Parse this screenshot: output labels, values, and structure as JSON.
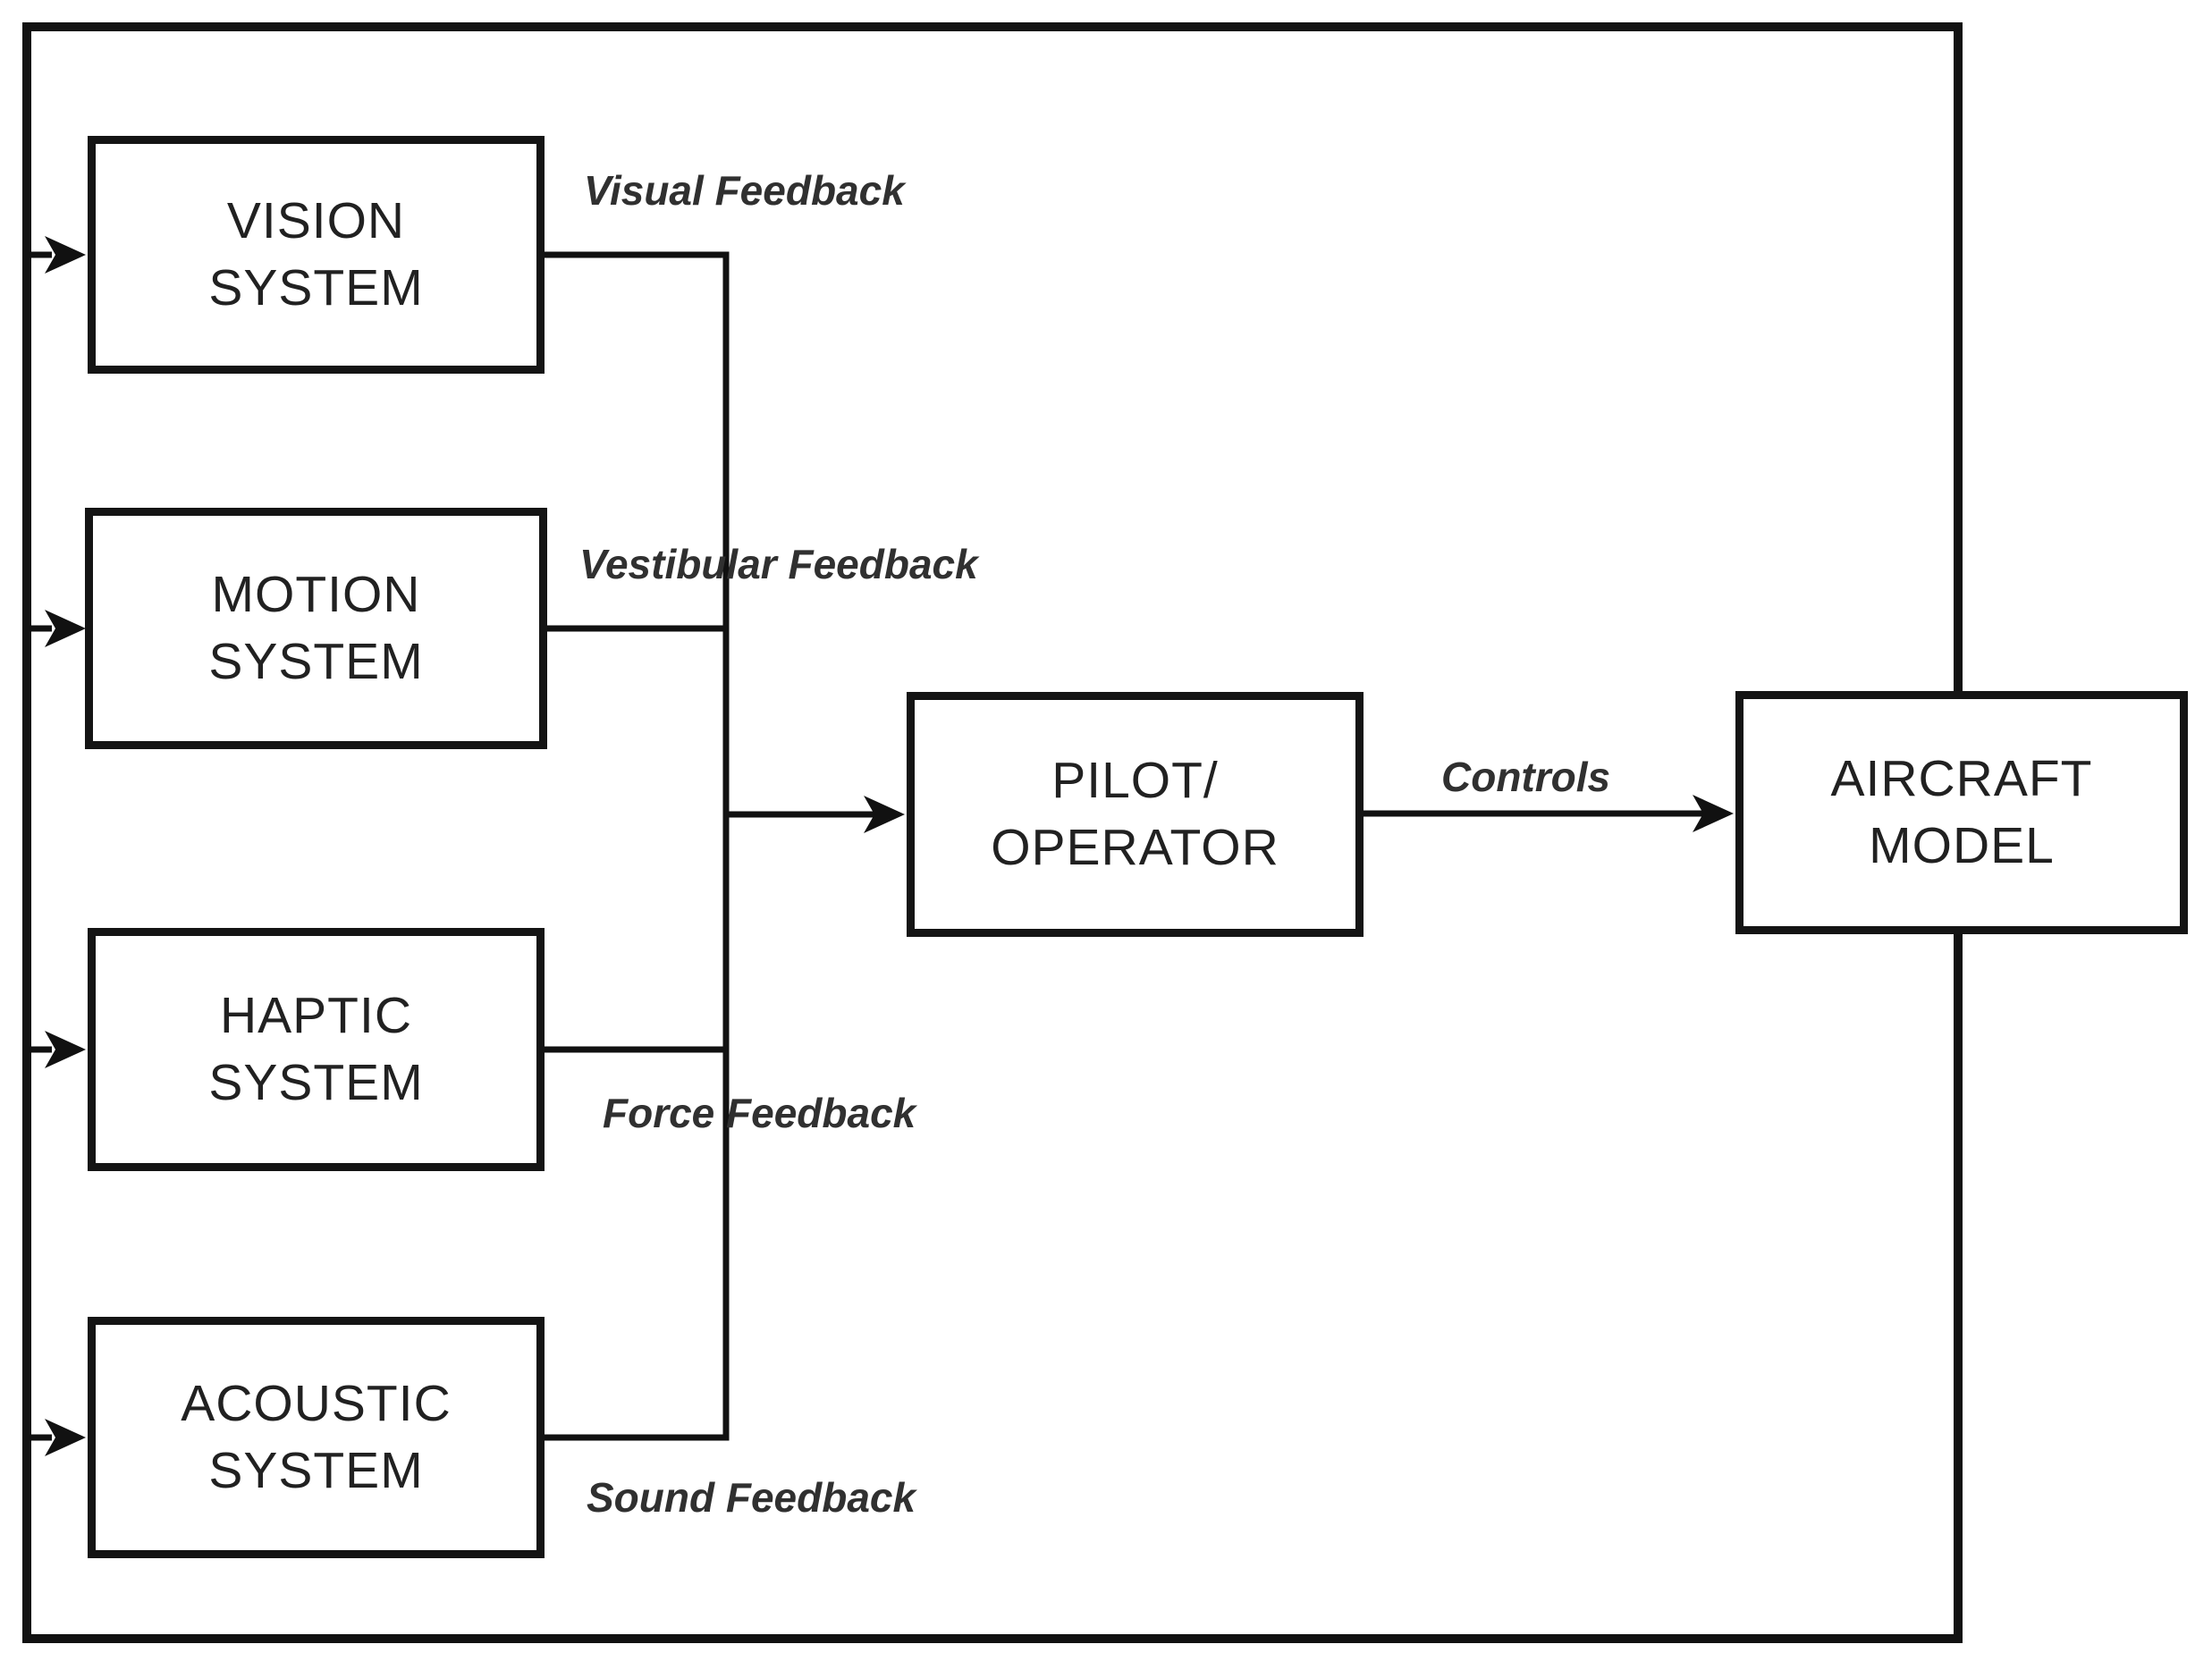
{
  "diagram": {
    "title_hint": "Flight simulator pilot-in-the-loop feedback block diagram",
    "systems": [
      {
        "id": "vision",
        "label": "VISION\nSYSTEM",
        "feedback_label": "Visual Feedback"
      },
      {
        "id": "motion",
        "label": "MOTION\nSYSTEM",
        "feedback_label": "Vestibular Feedback"
      },
      {
        "id": "haptic",
        "label": "HAPTIC\nSYSTEM",
        "feedback_label": "Force Feedback"
      },
      {
        "id": "acoustic",
        "label": "ACOUSTIC\nSYSTEM",
        "feedback_label": "Sound Feedback"
      }
    ],
    "pilot": {
      "label": "PILOT/\nOPERATOR"
    },
    "aircraft": {
      "label": "AIRCRAFT\nMODEL"
    },
    "controls_label": "Controls",
    "colors": {
      "line_color": "#111111",
      "box_border_color": "#141414",
      "box_text_color": "#212121",
      "label_text_color": "#303030",
      "background_color": "#ffffff"
    }
  }
}
